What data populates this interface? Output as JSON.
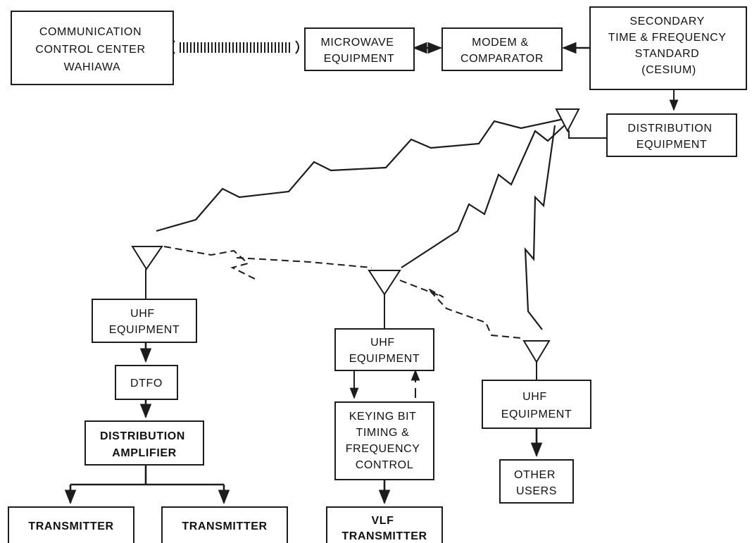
{
  "blocks": {
    "comm_center": [
      "COMMUNICATION",
      "CONTROL CENTER",
      "WAHIAWA"
    ],
    "microwave": [
      "MICROWAVE",
      "EQUIPMENT"
    ],
    "modem": [
      "MODEM &",
      "COMPARATOR"
    ],
    "secondary_standard": [
      "SECONDARY",
      "TIME & FREQUENCY",
      "STANDARD",
      "(CESIUM)"
    ],
    "distribution_equipment": [
      "DISTRIBUTION",
      "EQUIPMENT"
    ],
    "uhf_left": [
      "UHF",
      "EQUIPMENT"
    ],
    "dtfo": [
      "DTFO"
    ],
    "distribution_amplifier": [
      "DISTRIBUTION",
      "AMPLIFIER"
    ],
    "transmitter_1": [
      "TRANSMITTER"
    ],
    "transmitter_2": [
      "TRANSMITTER"
    ],
    "uhf_center": [
      "UHF",
      "EQUIPMENT"
    ],
    "keying": [
      "KEYING BIT",
      "TIMING &",
      "FREQUENCY",
      "CONTROL"
    ],
    "vlf": [
      "VLF",
      "TRANSMITTER"
    ],
    "uhf_right": [
      "UHF",
      "EQUIPMENT"
    ],
    "other_users": [
      "OTHER",
      "USERS"
    ]
  },
  "icons": {
    "antenna": "antenna-icon",
    "radio_link": "radio-link-icon",
    "microwave_link": "microwave-link-icon"
  }
}
